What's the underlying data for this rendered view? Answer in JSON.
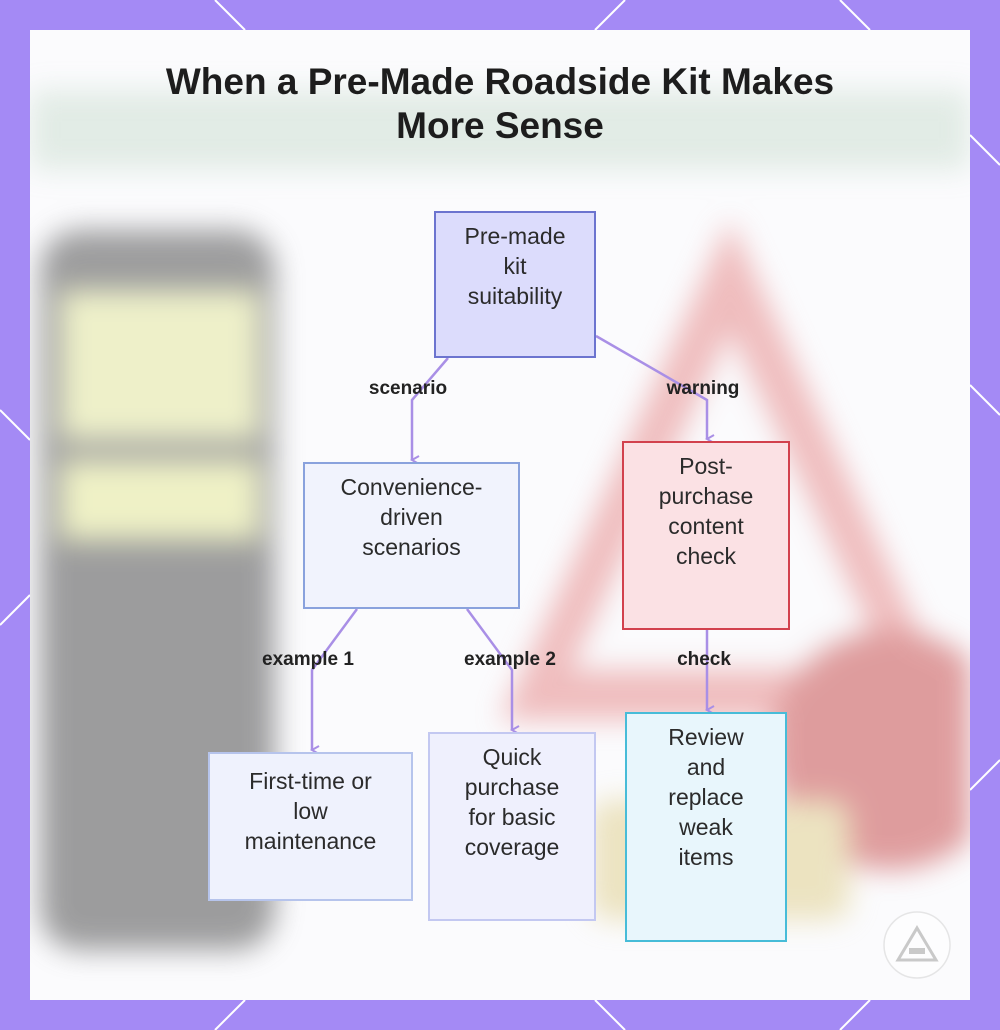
{
  "title": {
    "line1": "When a Pre-Made Roadside Kit Makes",
    "line2": "More Sense"
  },
  "nodes": {
    "root": {
      "lines": [
        "Pre-made",
        "kit",
        "suitability"
      ]
    },
    "convenience": {
      "lines": [
        "Convenience-",
        "driven",
        "scenarios"
      ]
    },
    "post_purchase": {
      "lines": [
        "Post-",
        "purchase",
        "content",
        "check"
      ]
    },
    "first_time": {
      "lines": [
        "First-time or",
        "low",
        "maintenance"
      ]
    },
    "quick_purchase": {
      "lines": [
        "Quick",
        "purchase",
        "for basic",
        "coverage"
      ]
    },
    "review": {
      "lines": [
        "Review",
        "and",
        "replace",
        "weak",
        "items"
      ]
    }
  },
  "edges": {
    "scenario": "scenario",
    "warning": "warning",
    "example1": "example 1",
    "example2": "example 2",
    "check": "check"
  },
  "colors": {
    "frame": "#a48af5",
    "edge": "#a98fe6",
    "root_fill": "#dcdcfc",
    "warning_border": "#d2414d",
    "review_border": "#47bcd8"
  },
  "icons": {
    "logo": "triangle-logo-icon"
  }
}
